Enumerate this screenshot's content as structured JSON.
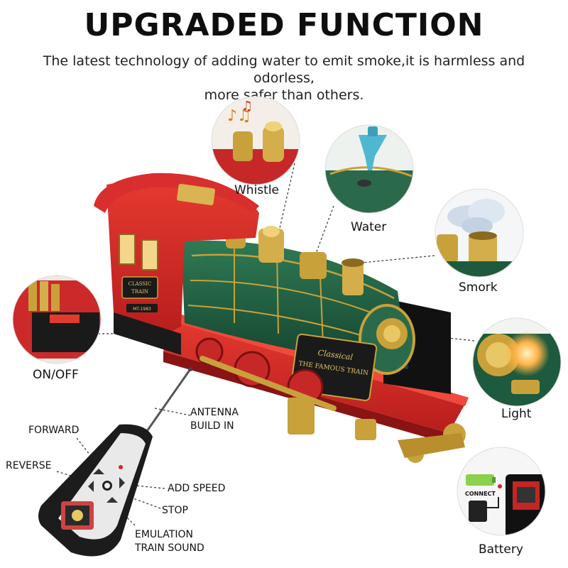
{
  "header": {
    "title": "UPGRADED FUNCTION",
    "subtitle_line1": "The latest technology of adding water to emit smoke,it is harmless and odorless,",
    "subtitle_line2": "more safer than others."
  },
  "features": {
    "whistle": "Whistle",
    "water": "Water",
    "smoke": "Smork",
    "onoff": "ON/OFF",
    "light": "Light",
    "battery": "Battery"
  },
  "remote": {
    "antenna_line1": "ANTENNA",
    "antenna_line2": "BUILD IN",
    "forward": "FORWARD",
    "reverse": "REVERSE",
    "add_speed": "ADD SPEED",
    "stop": "STOP",
    "sound_line1": "EMULATION",
    "sound_line2": "TRAIN SOUND"
  },
  "train": {
    "cab_plate_line1": "CLASSIC",
    "cab_plate_line2": "TRAIN",
    "cab_number": "MT-1983",
    "front_plate_line1": "Classical",
    "front_plate_line2": "THE FAMOUS TRAIN"
  },
  "battery_inset": {
    "connect_label": "CONNECT"
  },
  "colors": {
    "locomotive_green": "#1f5a3e",
    "cab_red": "#d62828",
    "brass": "#c9a13b",
    "water_funnel": "#4fb8d0"
  }
}
